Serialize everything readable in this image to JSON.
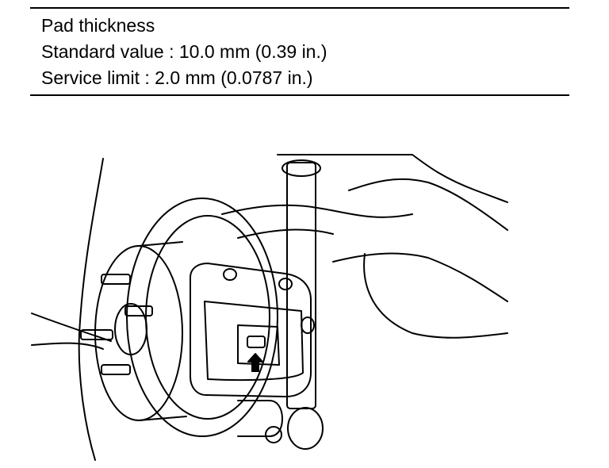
{
  "spec": {
    "title": "Pad thickness",
    "standard": "Standard value :  10.0 mm (0.39 in.)",
    "limit": "Service limit :  2.0 mm (0.0787 in.)"
  }
}
